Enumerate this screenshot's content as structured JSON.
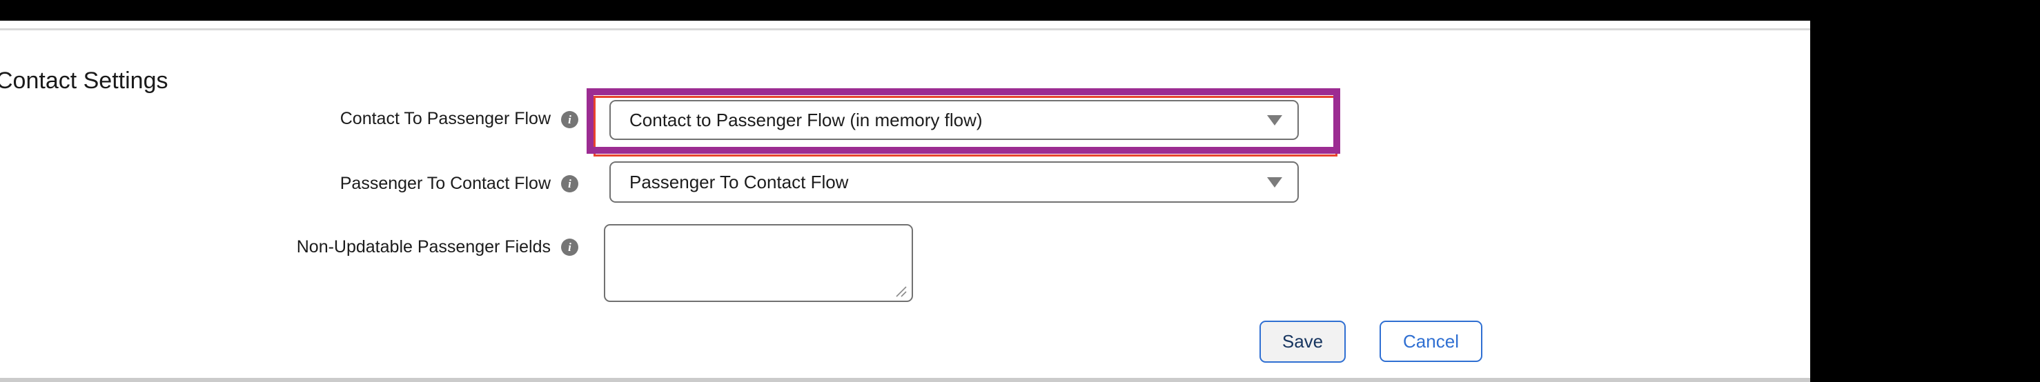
{
  "page": {
    "title": "Contact Settings"
  },
  "form": {
    "fields": [
      {
        "label": "Contact To Passenger Flow",
        "control": "select",
        "value": "Contact to Passenger Flow (in memory flow)",
        "highlighted": true
      },
      {
        "label": "Passenger To Contact Flow",
        "control": "select",
        "value": "Passenger To Contact Flow",
        "highlighted": false
      },
      {
        "label": "Non-Updatable Passenger Fields",
        "control": "textarea",
        "value": "",
        "highlighted": false
      }
    ],
    "buttons": {
      "save": "Save",
      "cancel": "Cancel"
    }
  },
  "icons": {
    "info": "info-icon",
    "dropdown": "chevron-down-icon",
    "resize": "resize-handle-icon"
  },
  "colors": {
    "annotation_purple": "#9c2c92",
    "annotation_red": "#e8432d",
    "button_border_blue": "#2f6fd2",
    "save_text": "#17355f",
    "cancel_text": "#2f6fd2",
    "info_icon_gray": "#757575",
    "input_border_gray": "#717171"
  }
}
